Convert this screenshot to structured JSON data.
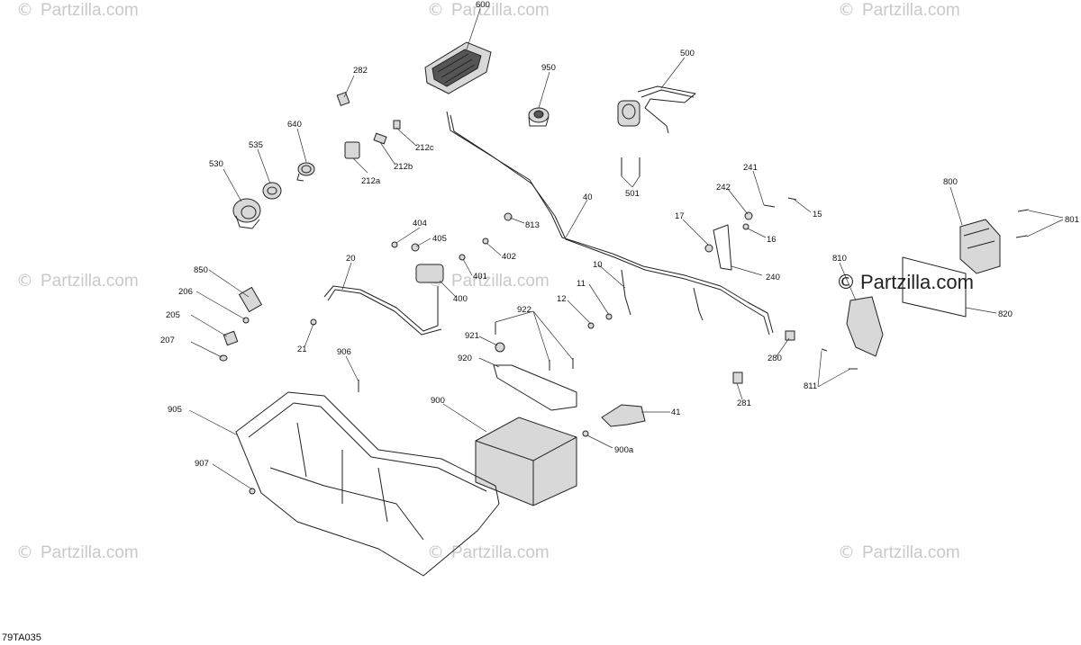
{
  "watermark": {
    "symbol": "©",
    "text": "Partzilla.com"
  },
  "brand_watermark": {
    "symbol": "©",
    "text": "Partzilla.com"
  },
  "diagram_code": "79TA035",
  "callouts": [
    {
      "id": "600",
      "label": "600"
    },
    {
      "id": "950",
      "label": "950"
    },
    {
      "id": "500",
      "label": "500"
    },
    {
      "id": "282",
      "label": "282"
    },
    {
      "id": "640",
      "label": "640"
    },
    {
      "id": "535",
      "label": "535"
    },
    {
      "id": "530",
      "label": "530"
    },
    {
      "id": "212c",
      "label": "212c"
    },
    {
      "id": "212b",
      "label": "212b"
    },
    {
      "id": "212a",
      "label": "212a"
    },
    {
      "id": "501",
      "label": "501"
    },
    {
      "id": "40",
      "label": "40"
    },
    {
      "id": "241",
      "label": "241"
    },
    {
      "id": "242",
      "label": "242"
    },
    {
      "id": "15",
      "label": "15"
    },
    {
      "id": "17",
      "label": "17"
    },
    {
      "id": "16",
      "label": "16"
    },
    {
      "id": "800",
      "label": "800"
    },
    {
      "id": "801",
      "label": "801"
    },
    {
      "id": "813",
      "label": "813"
    },
    {
      "id": "404",
      "label": "404"
    },
    {
      "id": "405",
      "label": "405"
    },
    {
      "id": "402",
      "label": "402"
    },
    {
      "id": "20",
      "label": "20"
    },
    {
      "id": "401",
      "label": "401"
    },
    {
      "id": "400",
      "label": "400"
    },
    {
      "id": "10",
      "label": "10"
    },
    {
      "id": "240",
      "label": "240"
    },
    {
      "id": "810",
      "label": "810"
    },
    {
      "id": "820",
      "label": "820"
    },
    {
      "id": "850",
      "label": "850"
    },
    {
      "id": "206",
      "label": "206"
    },
    {
      "id": "205",
      "label": "205"
    },
    {
      "id": "207",
      "label": "207"
    },
    {
      "id": "21",
      "label": "21"
    },
    {
      "id": "11",
      "label": "11"
    },
    {
      "id": "12",
      "label": "12"
    },
    {
      "id": "922",
      "label": "922"
    },
    {
      "id": "921",
      "label": "921"
    },
    {
      "id": "906",
      "label": "906"
    },
    {
      "id": "920",
      "label": "920"
    },
    {
      "id": "280",
      "label": "280"
    },
    {
      "id": "811",
      "label": "811"
    },
    {
      "id": "281",
      "label": "281"
    },
    {
      "id": "905",
      "label": "905"
    },
    {
      "id": "900",
      "label": "900"
    },
    {
      "id": "41",
      "label": "41"
    },
    {
      "id": "900a",
      "label": "900a"
    },
    {
      "id": "907",
      "label": "907"
    }
  ]
}
